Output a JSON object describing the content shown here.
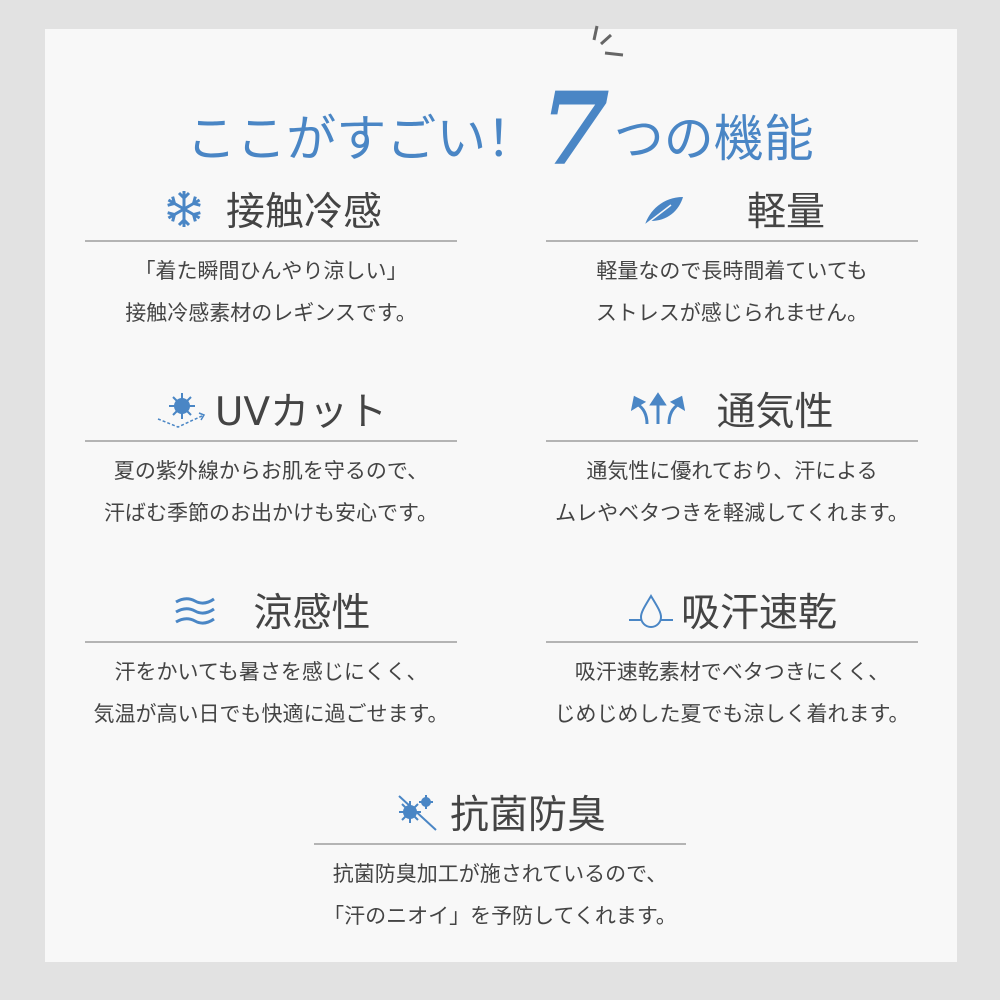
{
  "title": {
    "prefix": "ここがすごい！",
    "number": "7",
    "suffix": "つの機能"
  },
  "accent_color": "#4a86c5",
  "features": [
    {
      "icon": "snowflake-icon",
      "label": "接触冷感",
      "lines": [
        "「着た瞬間ひんやり涼しい」",
        "接触冷感素材のレギンスです。"
      ]
    },
    {
      "icon": "feather-icon",
      "label": "軽量",
      "lines": [
        "軽量なので長時間着ていても",
        "ストレスが感じられません。"
      ]
    },
    {
      "icon": "uv-sun-icon",
      "label": "UVカット",
      "lines": [
        "夏の紫外線からお肌を守るので、",
        "汗ばむ季節のお出かけも安心です。"
      ]
    },
    {
      "icon": "airflow-arrows-icon",
      "label": "通気性",
      "lines": [
        "通気性に優れており、汗による",
        "ムレやベタつきを軽減してくれます。"
      ]
    },
    {
      "icon": "waves-icon",
      "label": "涼感性",
      "lines": [
        "汗をかいても暑さを感じにくく、",
        "気温が高い日でも快適に過ごせます。"
      ]
    },
    {
      "icon": "water-drop-icon",
      "label": "吸汗速乾",
      "lines": [
        "吸汗速乾素材でベタつきにくく、",
        "じめじめした夏でも涼しく着れます。"
      ]
    },
    {
      "icon": "antibacterial-icon",
      "label": "抗菌防臭",
      "lines": [
        "抗菌防臭加工が施されているので、",
        "「汗のニオイ」を予防してくれます。"
      ]
    }
  ]
}
